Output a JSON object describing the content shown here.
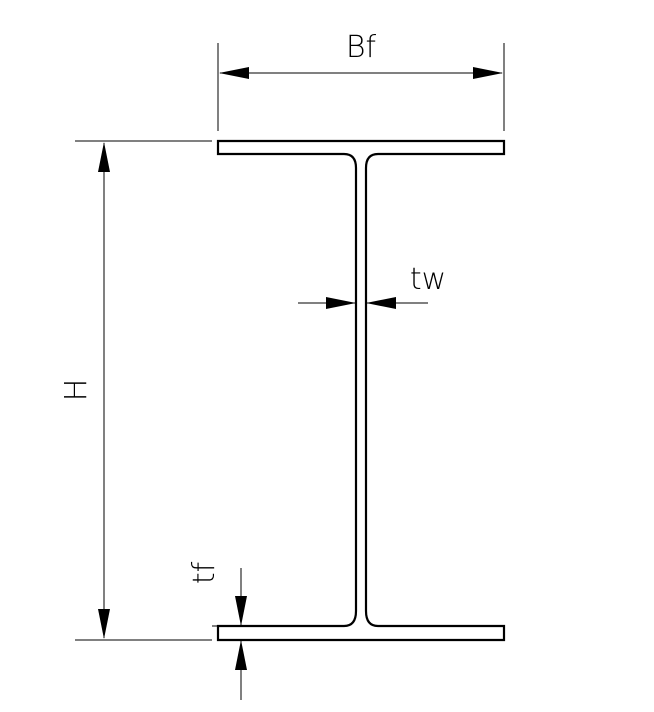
{
  "labels": {
    "flange_width": "Bf",
    "height": "H",
    "web_thickness": "tw",
    "flange_thickness": "tf"
  },
  "colors": {
    "stroke": "#000000",
    "background": "#ffffff"
  }
}
